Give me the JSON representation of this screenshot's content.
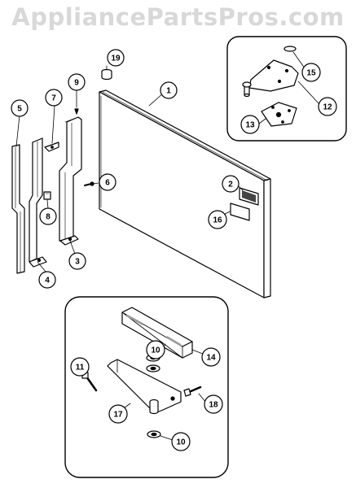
{
  "watermark": "AppliancePartsPros.com",
  "callouts": {
    "c1": "1",
    "c2": "2",
    "c3": "3",
    "c4": "4",
    "c5": "5",
    "c6": "6",
    "c7": "7",
    "c8": "8",
    "c9": "9",
    "c10a": "10",
    "c10b": "10",
    "c11": "11",
    "c12": "12",
    "c13": "13",
    "c14": "14",
    "c15": "15",
    "c16": "16",
    "c17": "17",
    "c18": "18",
    "c19": "19"
  },
  "colors": {
    "line": "#000000",
    "panel": "#ffffff",
    "shade": "#c8c8c8",
    "watermark": "#d8d8d8"
  }
}
